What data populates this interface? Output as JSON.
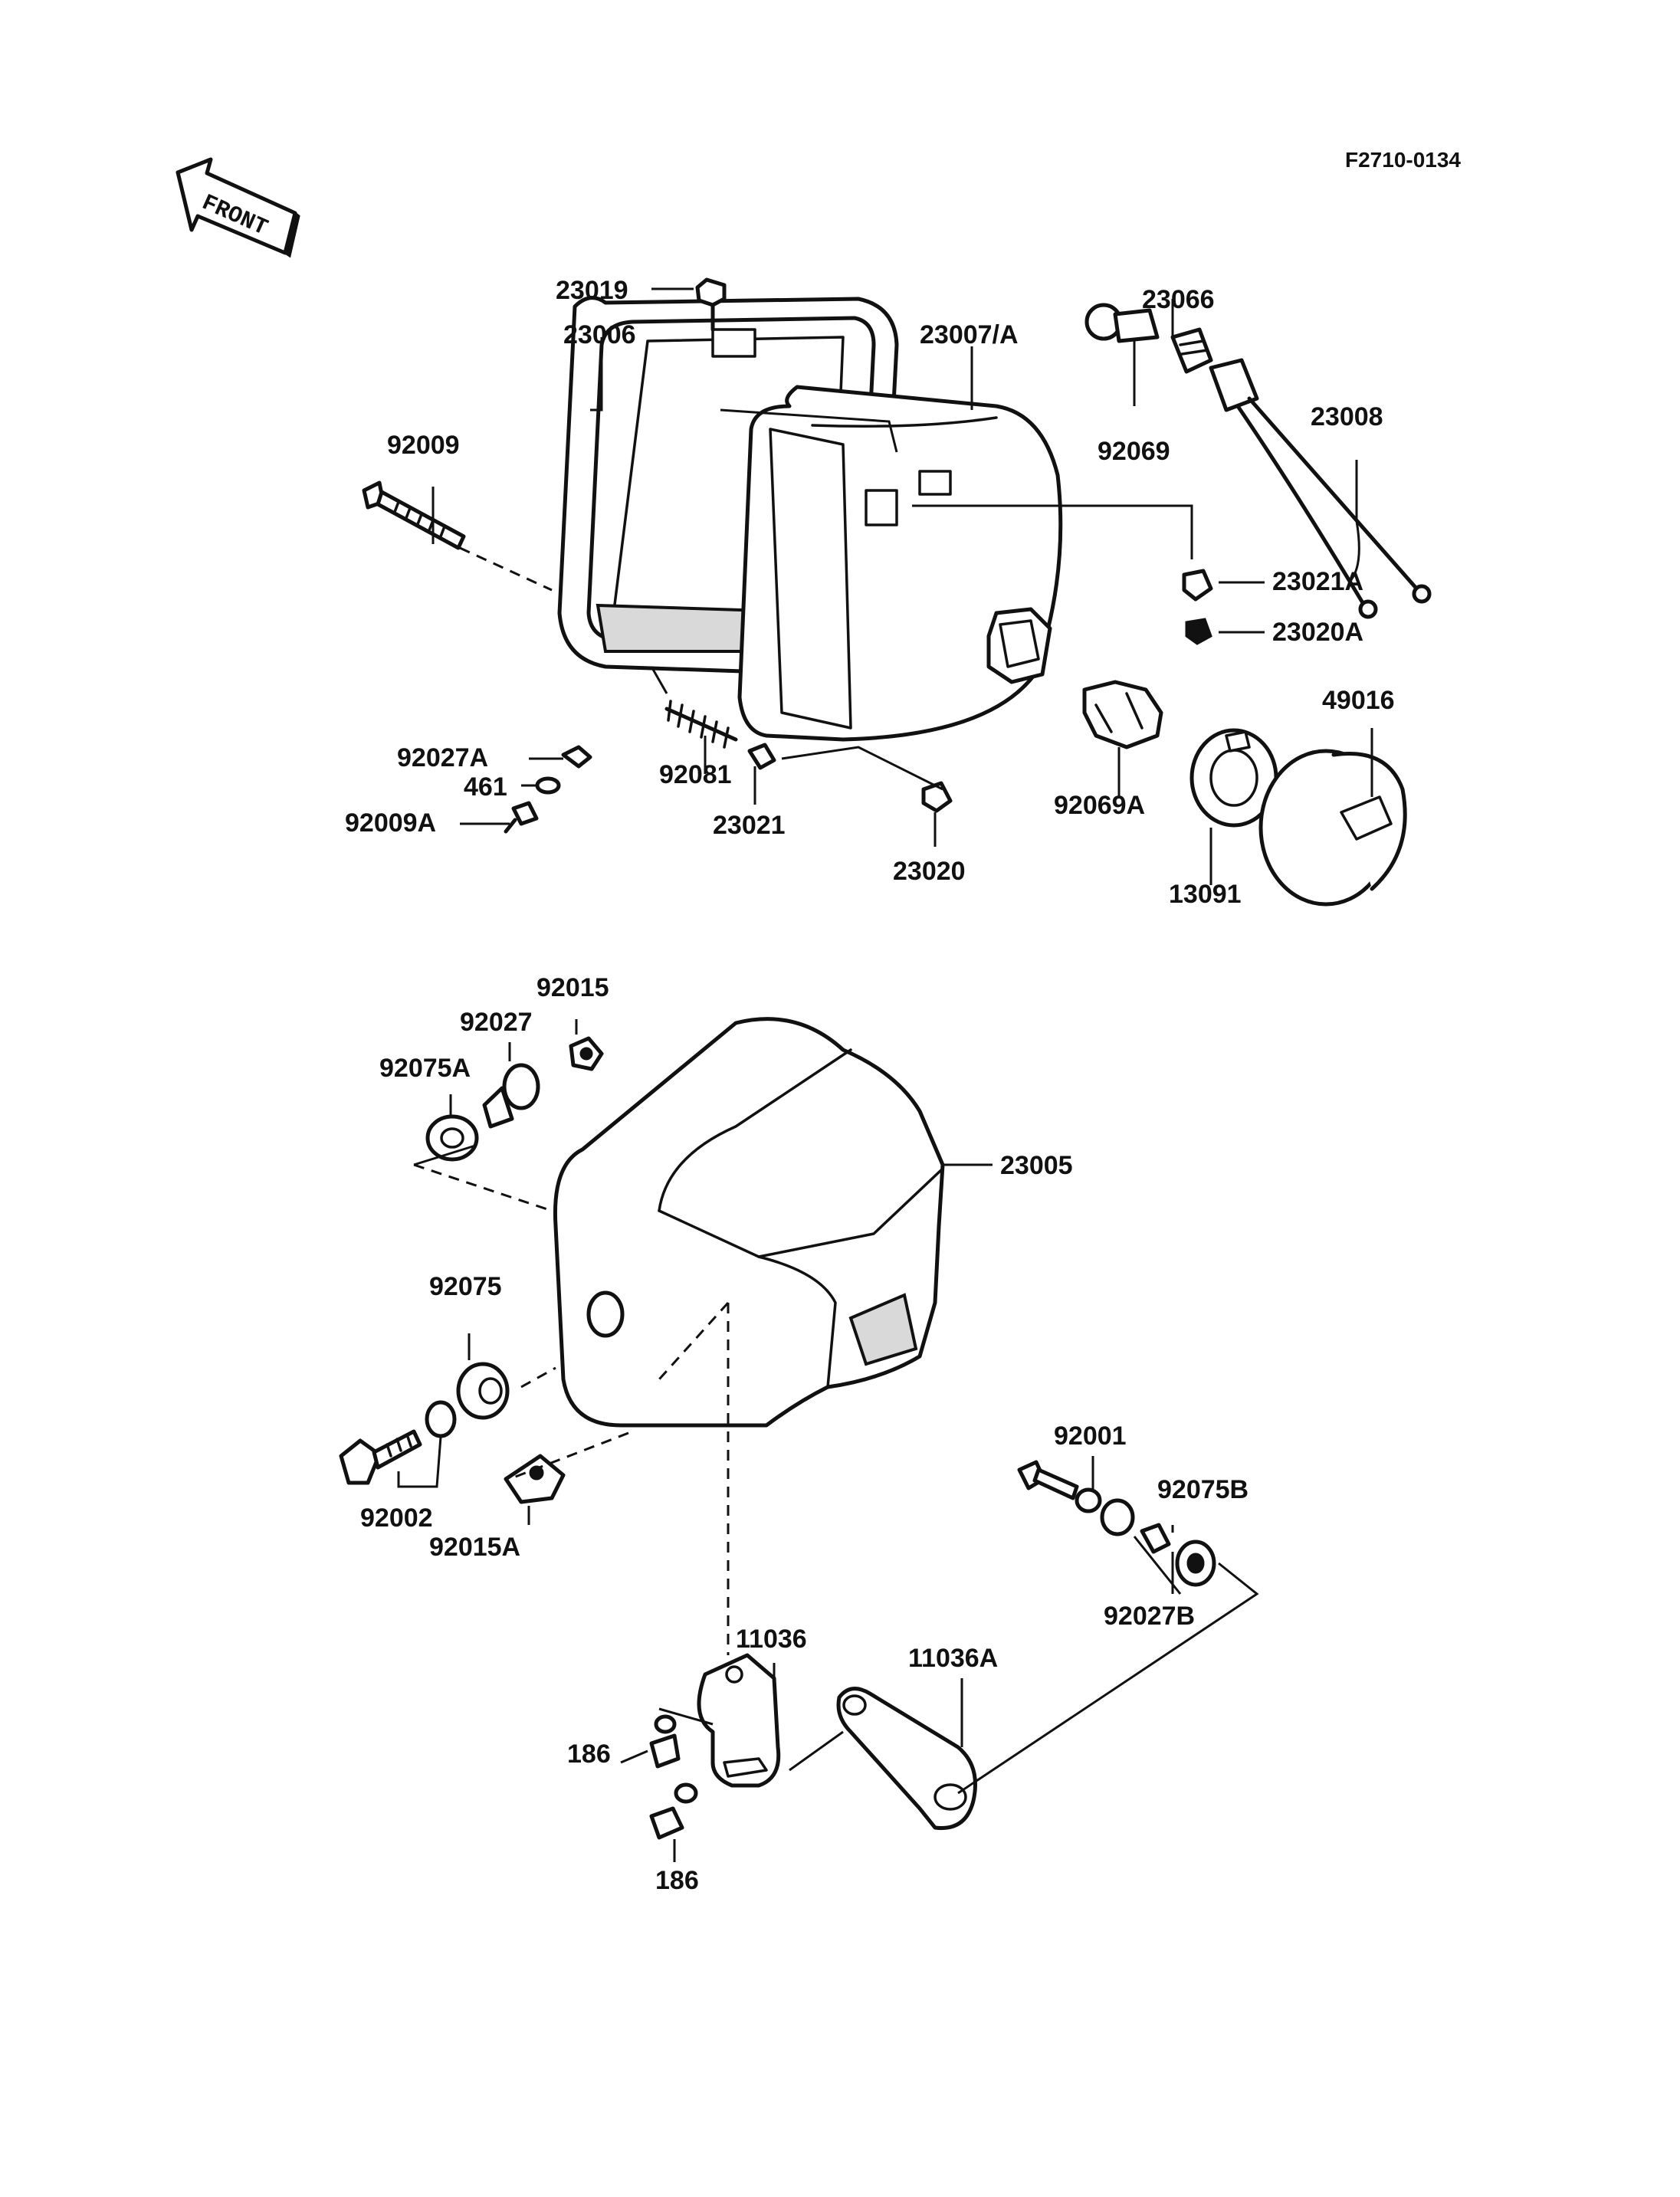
{
  "figure_ref": "F2710-0134",
  "direction_label": "FRONT",
  "parts": {
    "p23019": "23019",
    "p23006": "23006",
    "p23007a": "23007/A",
    "p23066": "23066",
    "p23008": "23008",
    "p92069": "92069",
    "p92009": "92009",
    "p23021a": "23021A",
    "p23020a": "23020A",
    "p49016": "49016",
    "p92027a": "92027A",
    "p461": "461",
    "p92009a": "92009A",
    "p92081": "92081",
    "p23021": "23021",
    "p23020": "23020",
    "p92069a": "92069A",
    "p13091": "13091",
    "p92015": "92015",
    "p92027": "92027",
    "p92075a": "92075A",
    "p23005": "23005",
    "p92075": "92075",
    "p92002": "92002",
    "p92015a": "92015A",
    "p92001": "92001",
    "p92075b": "92075B",
    "p92027b": "92027B",
    "p11036": "11036",
    "p11036a": "11036A",
    "p186_upper": "186",
    "p186_lower": "186"
  }
}
